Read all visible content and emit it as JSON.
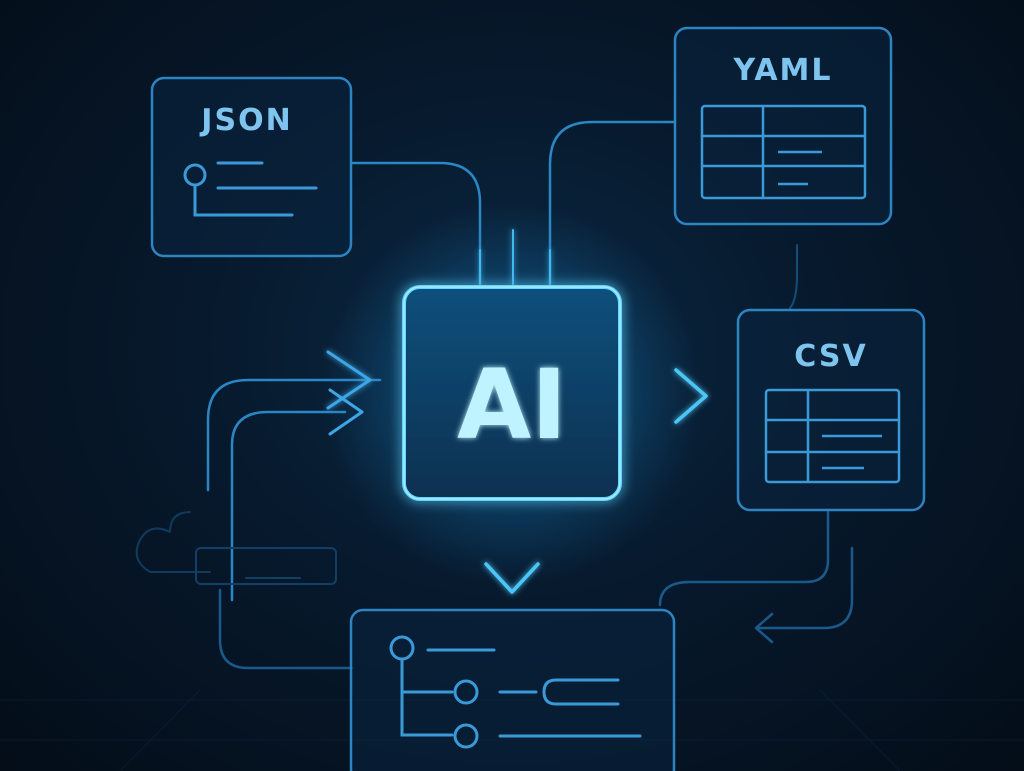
{
  "nodes": {
    "json": {
      "label": "JSON"
    },
    "yaml": {
      "label": "YAML"
    },
    "csv": {
      "label": "CSV"
    },
    "ai": {
      "label": "AI"
    },
    "tree": {
      "label": ""
    }
  },
  "colors": {
    "background": "#061426",
    "line_dim": "#1f6da3",
    "line_mid": "#2c8fd0",
    "line_bright": "#5fd4ff",
    "ai_fill": "#0d3a5c",
    "ai_text": "#bff3ff",
    "node_fill": "#0a2540"
  }
}
